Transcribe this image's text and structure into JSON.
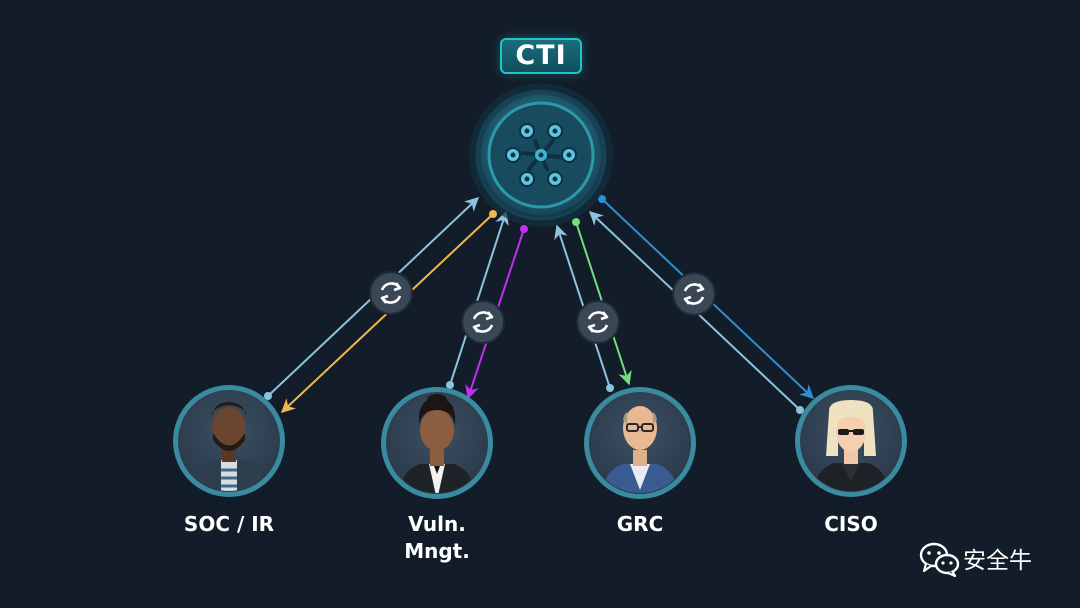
{
  "hub": {
    "label": "CTI"
  },
  "nodes": [
    {
      "label": "SOC / IR"
    },
    {
      "label_line1": "Vuln.",
      "label_line2": "Mngt."
    },
    {
      "label": "GRC"
    },
    {
      "label": "CISO"
    }
  ],
  "brand": {
    "text": "安全牛",
    "icon": "wechat-icon"
  },
  "colors": {
    "background": "#131d29",
    "hub_accent": "#22c4c6",
    "return_line": "#8ec3e0",
    "soc_arrow": "#f2b84b",
    "vuln_arrow": "#c02ef0",
    "grc_arrow": "#6fe07a",
    "ciso_arrow": "#2f8fd3"
  }
}
